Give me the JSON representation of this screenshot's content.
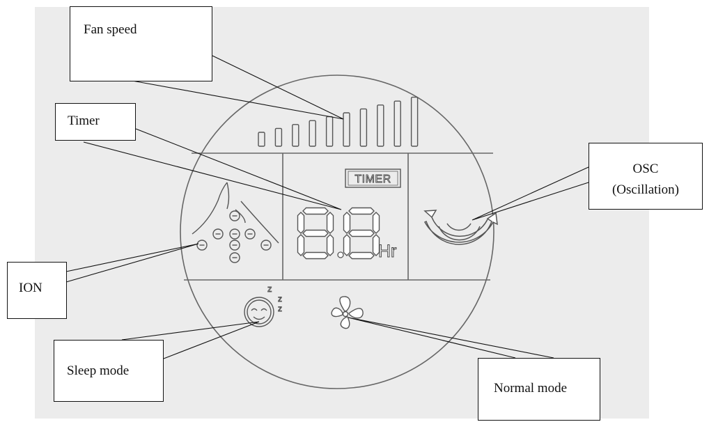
{
  "callouts": {
    "fan_speed": "Fan speed",
    "timer": "Timer",
    "osc_line1": "OSC",
    "osc_line2": "(Oscillation)",
    "ion": "ION",
    "sleep_mode": "Sleep mode",
    "normal_mode": "Normal mode"
  },
  "display": {
    "timer_badge": "TIMER",
    "timer_digits": "8.8",
    "timer_unit": "Hr",
    "fan_speed_levels": 10,
    "sleep_z": [
      "z",
      "z",
      "z"
    ]
  },
  "colors": {
    "background": "#ececec",
    "panel_line": "#666666",
    "callout_border": "#111111"
  },
  "icons": [
    "fan-speed-bars",
    "timer-icon",
    "oscillation-arrow-icon",
    "ion-icon",
    "sleep-face-icon",
    "fan-blade-icon"
  ]
}
